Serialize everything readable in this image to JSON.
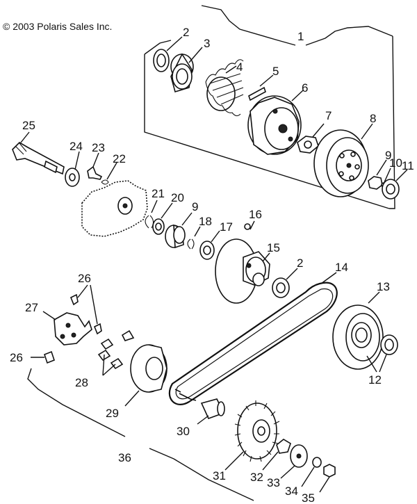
{
  "copyright": "© 2003 Polaris Sales Inc.",
  "labels": {
    "p1": "1",
    "p2a": "2",
    "p2b": "2",
    "p3": "3",
    "p4": "4",
    "p5": "5",
    "p6": "6",
    "p7": "7",
    "p8": "8",
    "p9a": "9",
    "p9b": "9",
    "p10": "10",
    "p11": "11",
    "p12": "12",
    "p13": "13",
    "p14": "14",
    "p15": "15",
    "p16": "16",
    "p17": "17",
    "p18": "18",
    "p20": "20",
    "p21": "21",
    "p22": "22",
    "p23": "23",
    "p24": "24",
    "p25": "25",
    "p26a": "26",
    "p26b": "26",
    "p27": "27",
    "p28": "28",
    "p29": "29",
    "p30": "30",
    "p31": "31",
    "p32": "32",
    "p33": "33",
    "p34": "34",
    "p35": "35",
    "p36": "36"
  }
}
